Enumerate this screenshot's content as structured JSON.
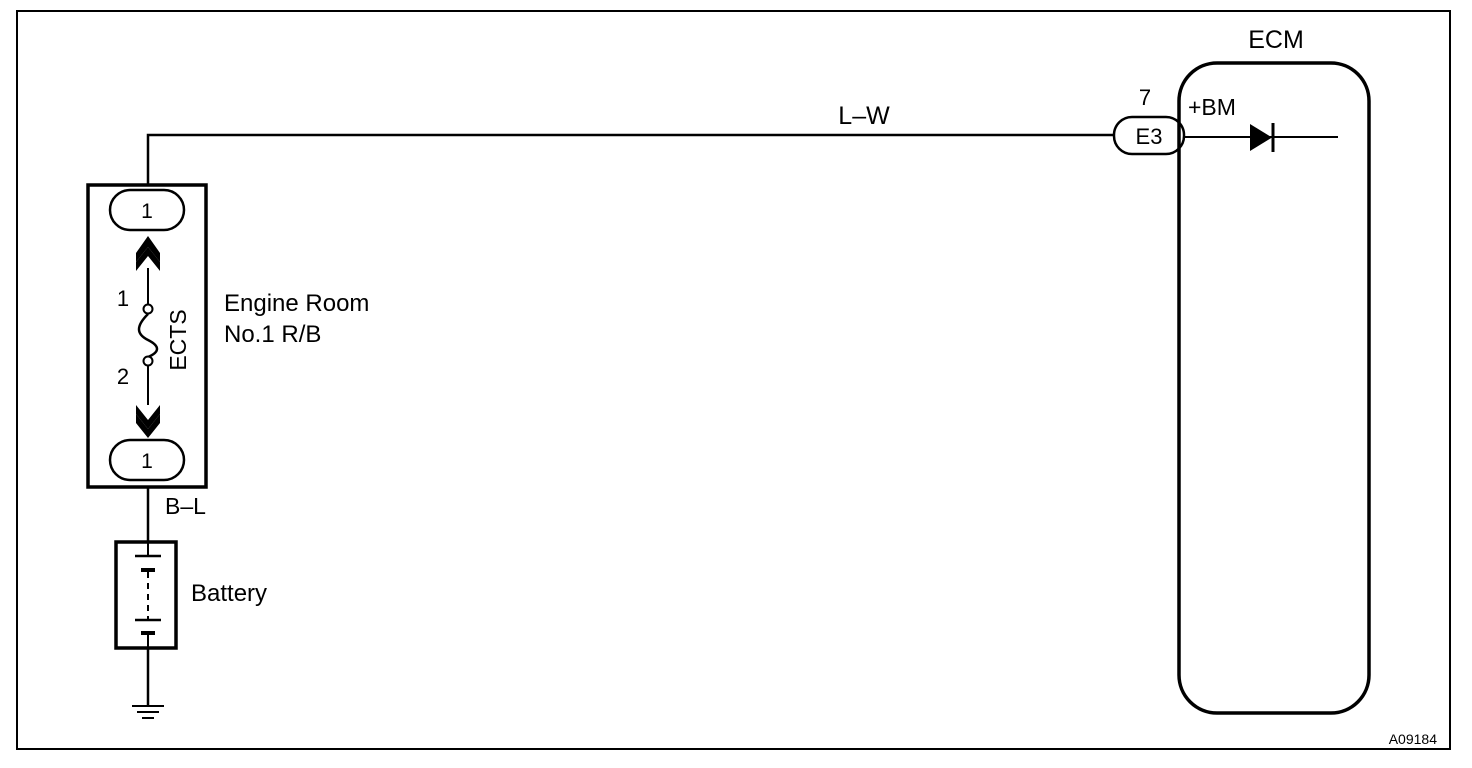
{
  "ecm": {
    "label": "ECM",
    "terminal_name": "+BM"
  },
  "connector_e3": {
    "label": "E3",
    "pin": "7"
  },
  "wire_top": {
    "color_code": "L–W"
  },
  "relay_block": {
    "name_line1": "Engine Room",
    "name_line2": "No.1 R/B",
    "fuse_name": "ECTS",
    "top_connector_pin": "1",
    "bottom_connector_pin": "1",
    "fuse_pin_upper": "1",
    "fuse_pin_lower": "2"
  },
  "wire_bottom": {
    "color_code": "B–L"
  },
  "battery": {
    "label": "Battery"
  },
  "figure_code": "A09184"
}
